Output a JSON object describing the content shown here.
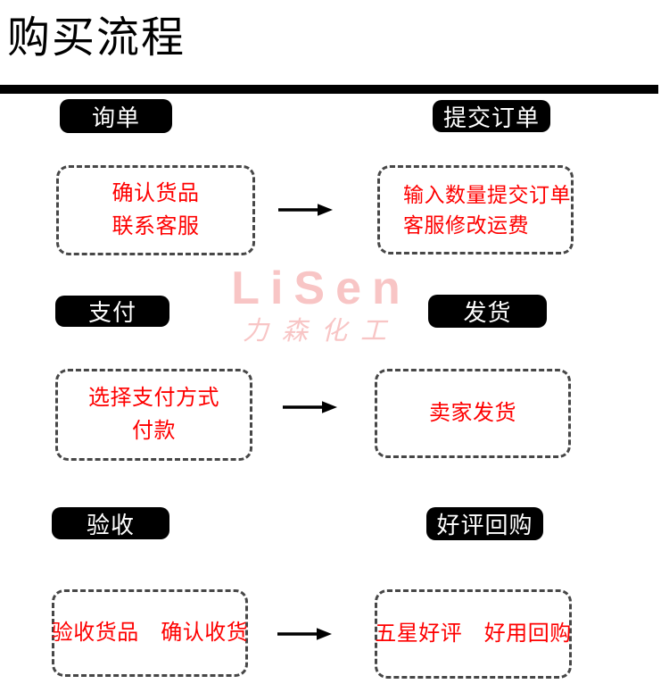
{
  "page": {
    "title": "购买流程"
  },
  "watermark": {
    "brand": "LiSen",
    "company": "力森化工"
  },
  "colors": {
    "text_red": "#FE0000",
    "label_bg": "#000000",
    "label_fg": "#FFFFFF",
    "dash_border": "#474747",
    "watermark_pink": "#F8C5C5"
  },
  "steps": [
    {
      "id": "inquiry",
      "label": "询单",
      "lines": [
        "确认货品",
        "联系客服"
      ]
    },
    {
      "id": "submit",
      "label": "提交订单",
      "lines": [
        "输入数量提交订单",
        "客服修改运费"
      ]
    },
    {
      "id": "payment",
      "label": "支付",
      "lines": [
        "选择支付方式",
        "付款"
      ]
    },
    {
      "id": "ship",
      "label": "发货",
      "lines": [
        "卖家发货"
      ]
    },
    {
      "id": "accept",
      "label": "验收",
      "lines": [
        "验收货品　确认收货"
      ]
    },
    {
      "id": "review",
      "label": "好评回购",
      "lines": [
        "五星好评　好用回购"
      ]
    }
  ]
}
